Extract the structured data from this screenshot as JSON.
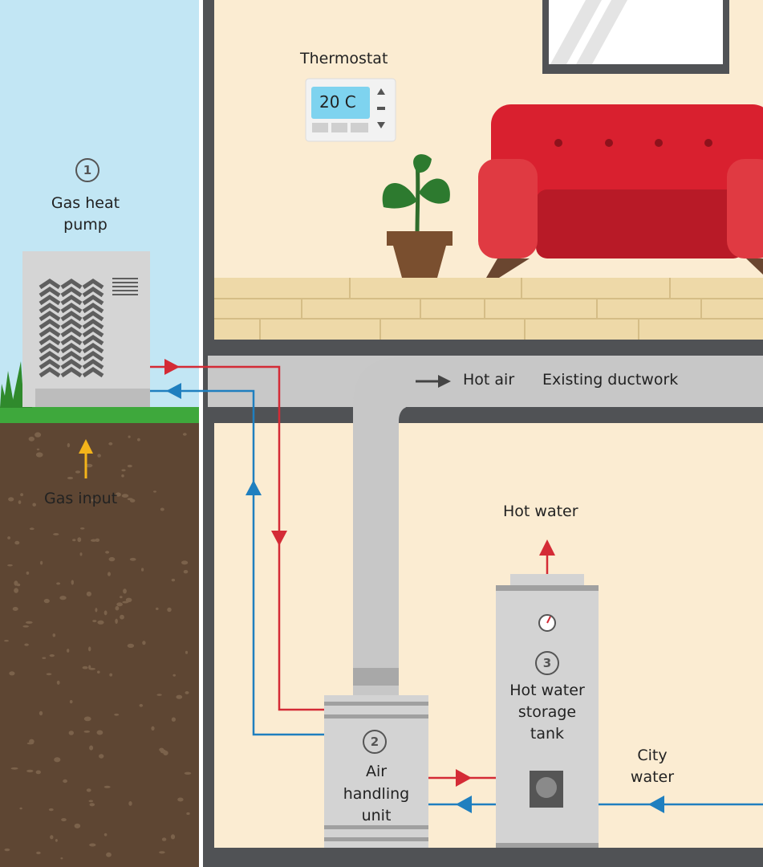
{
  "labels": {
    "thermostat": "Thermostat",
    "thermostat_display": "20 C",
    "heat_pump_number": "1",
    "heat_pump_line1": "Gas heat",
    "heat_pump_line2": "pump",
    "gas_input": "Gas input",
    "hot_air": "Hot air",
    "existing_ductwork": "Existing ductwork",
    "hot_water": "Hot water",
    "tank_number": "3",
    "tank_line1": "Hot water",
    "tank_line2": "storage",
    "tank_line3": "tank",
    "ahu_number": "2",
    "ahu_line1": "Air",
    "ahu_line2": "handling",
    "ahu_line3": "unit",
    "city_water_line1": "City",
    "city_water_line2": "water"
  },
  "colors": {
    "sky": "#c2e6f4",
    "wall": "#fbecd2",
    "soil": "#5e4633",
    "grass": "#3ea83c",
    "structure": "#505255",
    "supply_red": "#d42b36",
    "return_blue": "#1f7fbf",
    "gas_arrow": "#f4b41a",
    "sofa": "#d9202f"
  }
}
